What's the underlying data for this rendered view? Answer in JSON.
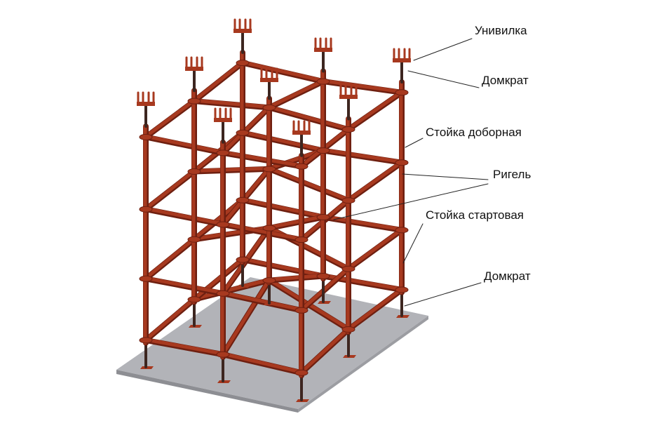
{
  "labels": {
    "univilka": "Унивилка",
    "domkrat_top": "Домкрат",
    "stoyka_dobornaya": "Стойка доборная",
    "rigel": "Ригель",
    "stoyka_startovaya": "Стойка стартовая",
    "domkrat_bottom": "Домкрат"
  },
  "colors": {
    "steel": "#a7391f",
    "steel_dark": "#6e1f10",
    "jack": "#3d2620",
    "plate": "#b2b3b8",
    "plate_edge": "#8d8e93",
    "leader": "#222222",
    "text": "#111111"
  }
}
